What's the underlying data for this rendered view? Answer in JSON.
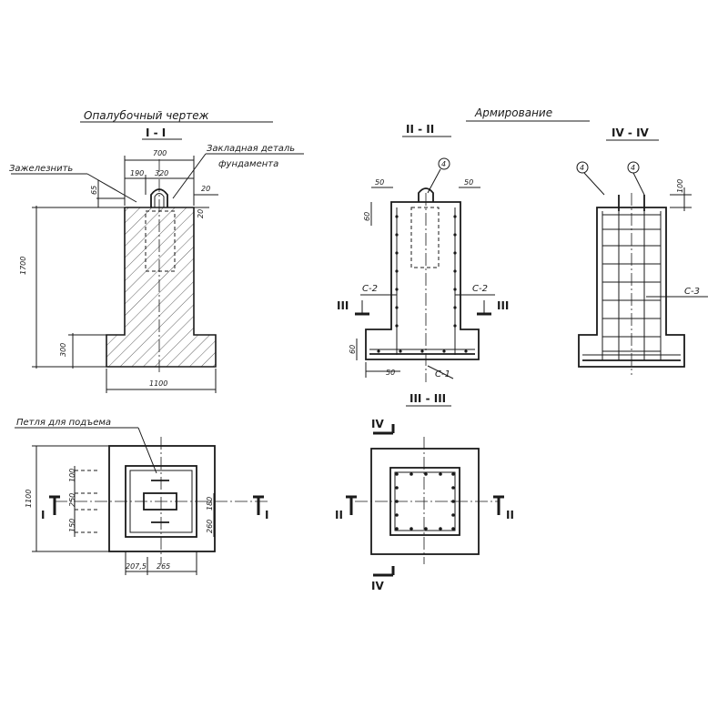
{
  "headers": {
    "formwork": "Опалубочный чертеж",
    "reinforcement": "Армирование"
  },
  "notes": {
    "grout": "Зажелезнить",
    "embedded_part_line1": "Закладная деталь",
    "embedded_part_line2": "фундамента",
    "lifting_loop": "Петля для подъема"
  },
  "sections": {
    "s1": "I - I",
    "s2": "II - II",
    "s3": "III - III",
    "s4": "IV - IV",
    "m_I": "I",
    "m_II": "II",
    "m_III": "III",
    "m_IV": "IV"
  },
  "dimensions": {
    "w700": "700",
    "w190": "190",
    "w320": "320",
    "h65": "65",
    "h20": "20",
    "h1700": "1700",
    "h300": "300",
    "w1100": "1100",
    "h1100": "1100",
    "w50": "50",
    "h60": "60",
    "h100": "100",
    "w207_5": "207,5",
    "w265": "265",
    "h260": "260",
    "h180": "180",
    "p100": "100",
    "p250": "250",
    "p150": "150"
  },
  "marks": {
    "c1": "С-1",
    "c2": "С-2",
    "c3": "С-3",
    "pos4": "4"
  },
  "colors": {
    "ink": "#1a1a1a",
    "paper": "#ffffff"
  }
}
